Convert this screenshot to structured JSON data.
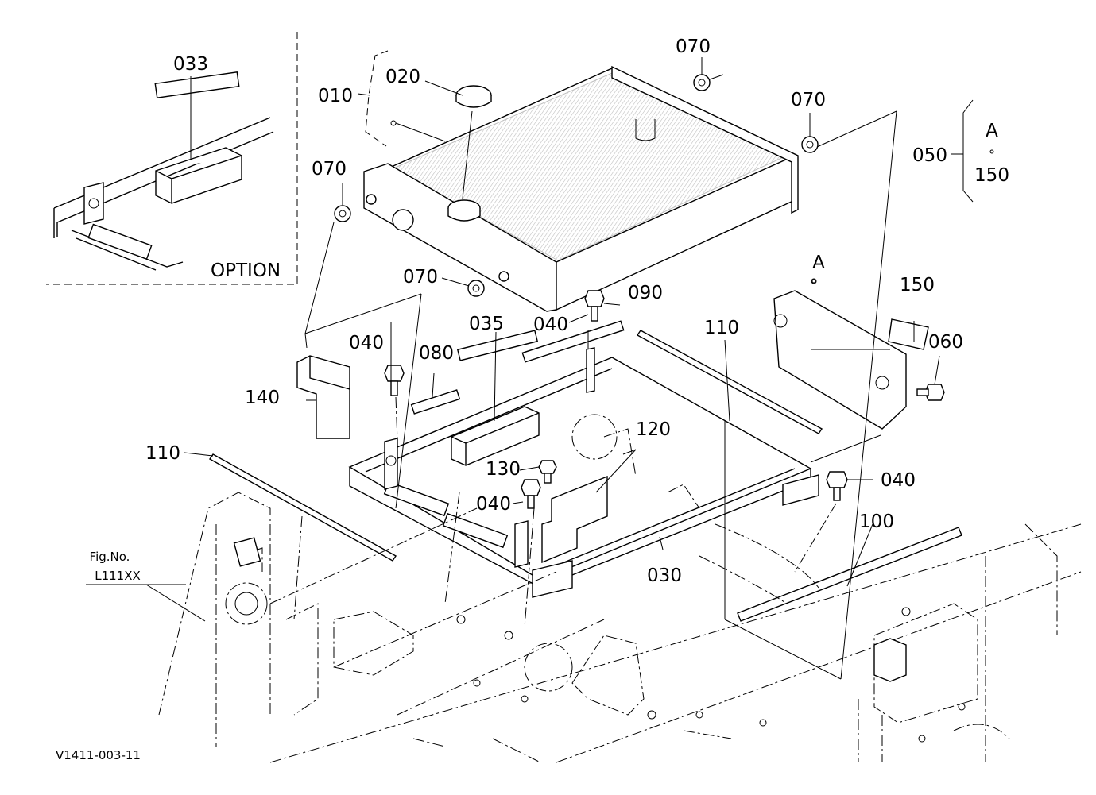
{
  "callouts": {
    "c010": "010",
    "c020": "020",
    "c030": "030",
    "c033": "033",
    "c035": "035",
    "c040a": "040",
    "c040b": "040",
    "c040c": "040",
    "c040d": "040",
    "c050": "050",
    "c060": "060",
    "c070a": "070",
    "c070b": "070",
    "c070c": "070",
    "c070d": "070",
    "c080": "080",
    "c090": "090",
    "c100": "100",
    "c110a": "110",
    "c110b": "110",
    "c120": "120",
    "c130": "130",
    "c140": "140",
    "c150": "150",
    "c150b": "150",
    "refA": "A",
    "refA2": "A"
  },
  "option_label": "OPTION",
  "fig_ref": {
    "line1": "Fig.No.",
    "line2": "L111XX"
  },
  "drawing_id": "V1411-003-11",
  "colors": {
    "ink": "#000000",
    "paper": "#ffffff"
  }
}
